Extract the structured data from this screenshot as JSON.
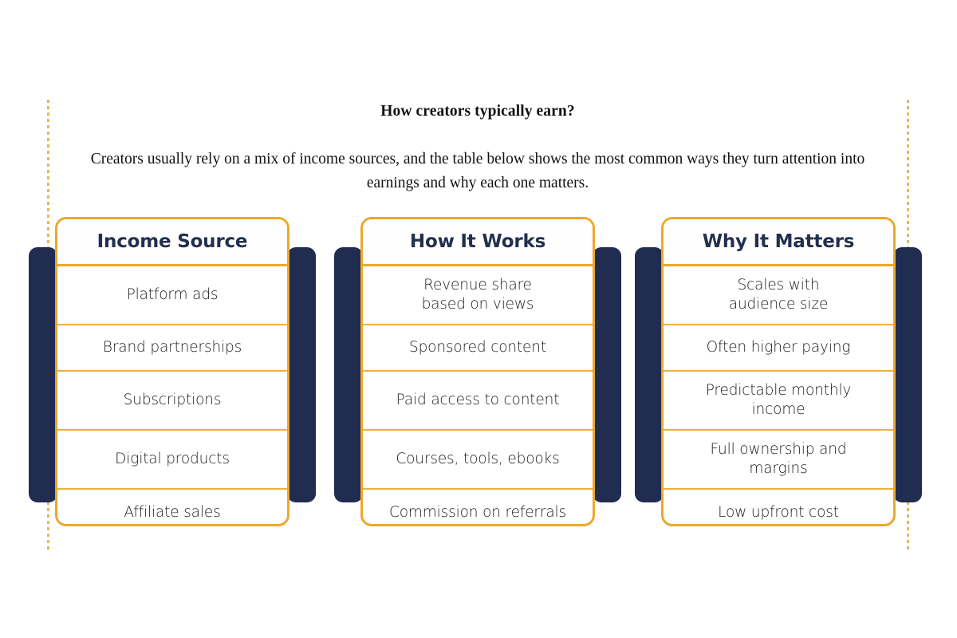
{
  "page": {
    "background_color": "#ffffff",
    "accent_gold": "#eda82b",
    "accent_navy": "#212c51",
    "text_color": "#1c1c1c"
  },
  "header": {
    "title": "How creators typically earn?",
    "subtitle": "Creators usually rely on a mix of income sources, and the table below shows the most common ways they turn attention into earnings and why each one matters."
  },
  "guides": {
    "left_rail": "dotted-vertical-rule",
    "right_rail": "dotted-vertical-rule"
  },
  "table": {
    "columns": [
      {
        "header": "Income Source",
        "cells": [
          {
            "text": "Platform ads",
            "lines": 1
          },
          {
            "text": "Brand partnerships",
            "lines": 1
          },
          {
            "text": "Subscriptions",
            "lines": 1
          },
          {
            "text": "Digital products",
            "lines": 1
          },
          {
            "text": "Affiliate sales",
            "lines": 1
          }
        ]
      },
      {
        "header": "How It Works",
        "cells": [
          {
            "text": "Revenue share\nbased on views",
            "lines": 2
          },
          {
            "text": "Sponsored content",
            "lines": 1
          },
          {
            "text": "Paid access to content",
            "lines": 1
          },
          {
            "text": "Courses, tools, ebooks",
            "lines": 1
          },
          {
            "text": "Commission on referrals",
            "lines": 1
          }
        ]
      },
      {
        "header": "Why It Matters",
        "cells": [
          {
            "text": "Scales with\naudience size",
            "lines": 2
          },
          {
            "text": "Often higher paying",
            "lines": 1
          },
          {
            "text": "Predictable monthly\nincome",
            "lines": 2
          },
          {
            "text": "Full ownership and\nmargins",
            "lines": 2
          },
          {
            "text": "Low upfront cost",
            "lines": 1
          }
        ]
      }
    ]
  }
}
